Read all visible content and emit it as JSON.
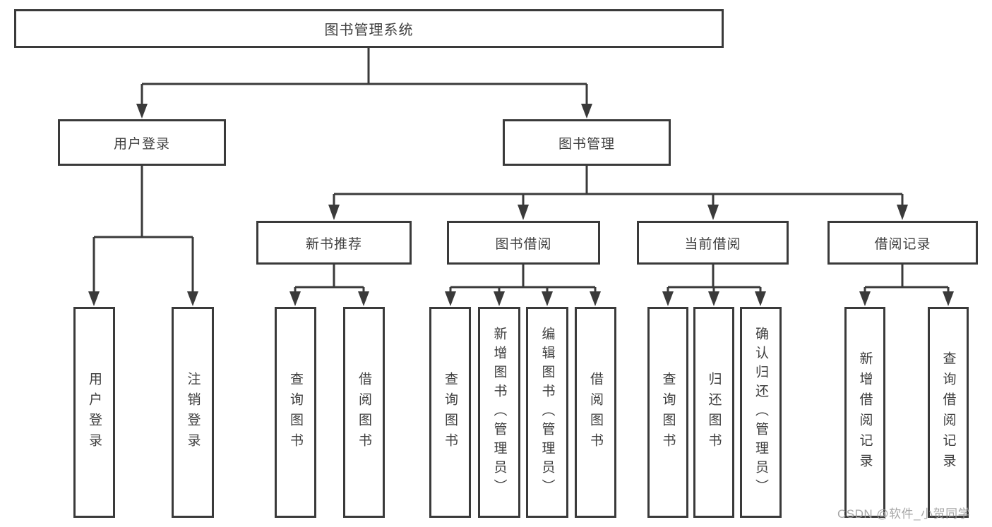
{
  "diagram": {
    "root": {
      "label": "图书管理系统"
    },
    "level2": [
      {
        "label": "用户登录"
      },
      {
        "label": "图书管理"
      }
    ],
    "level3": [
      {
        "label": "新书推荐"
      },
      {
        "label": "图书借阅"
      },
      {
        "label": "当前借阅"
      },
      {
        "label": "借阅记录"
      }
    ],
    "leaves": {
      "login": [
        "用户登录",
        "注销登录"
      ],
      "new_books": [
        "查询图书",
        "借阅图书"
      ],
      "borrowing": [
        "查询图书",
        "新增图书（管理员）",
        "编辑图书（管理员）",
        "借阅图书"
      ],
      "current": [
        "查询图书",
        "归还图书",
        "确认归还（管理员）"
      ],
      "records": [
        "新增借阅记录",
        "查询借阅记录"
      ]
    }
  },
  "watermark": {
    "text": "CSDN @软件_小贺同学"
  },
  "colors": {
    "line": "#3a3a3a",
    "text": "#3f3f3f",
    "watermark": "#9e9e9e",
    "background": "#ffffff"
  }
}
